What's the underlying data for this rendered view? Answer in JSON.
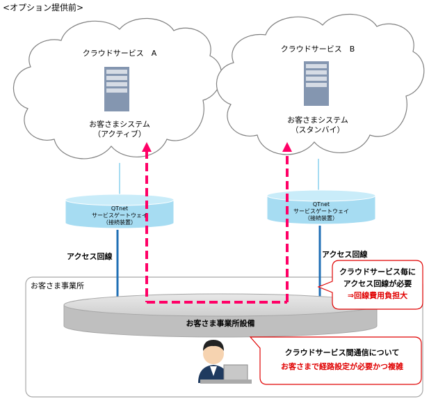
{
  "page_title": "<オプション提供前>",
  "cloud_a": {
    "title": "クラウドサービス　A",
    "system_line1": "お客さまシステム",
    "system_line2": "（アクティブ）"
  },
  "cloud_b": {
    "title": "クラウドサービス　B",
    "system_line1": "お客さまシステム",
    "system_line2": "（スタンバイ）"
  },
  "gateway_a": {
    "line1": "QTnet",
    "line2": "サービスゲートウェイ",
    "line3": "（接続装置）"
  },
  "gateway_b": {
    "line1": "QTnet",
    "line2": "サービスゲートウェイ",
    "line3": "（接続装置）"
  },
  "access_line_a": "アクセス回線",
  "access_line_b": "アクセス回線",
  "office_label": "お客さま事業所",
  "office_equipment": "お客さま事業所設備",
  "callout_1": {
    "line1": "クラウドサービス毎に",
    "line2": "アクセス回線が必要",
    "line3": "⇒回線費用負担大"
  },
  "callout_2": {
    "line1": "クラウドサービス間通信について",
    "line2": "お客さまで経路設定が必要かつ複雑"
  },
  "colors": {
    "cloud_stroke": "#7f7f7f",
    "gateway_fill": "#a6dcf2",
    "line_blue": "#1f6fb5",
    "dashed_pink": "#ff0066",
    "equipment_fill": "#bfbfbf",
    "server": "#8496b0",
    "callout_red": "#e00000"
  },
  "icons": [
    "server-icon",
    "person-icon",
    "laptop-icon"
  ]
}
